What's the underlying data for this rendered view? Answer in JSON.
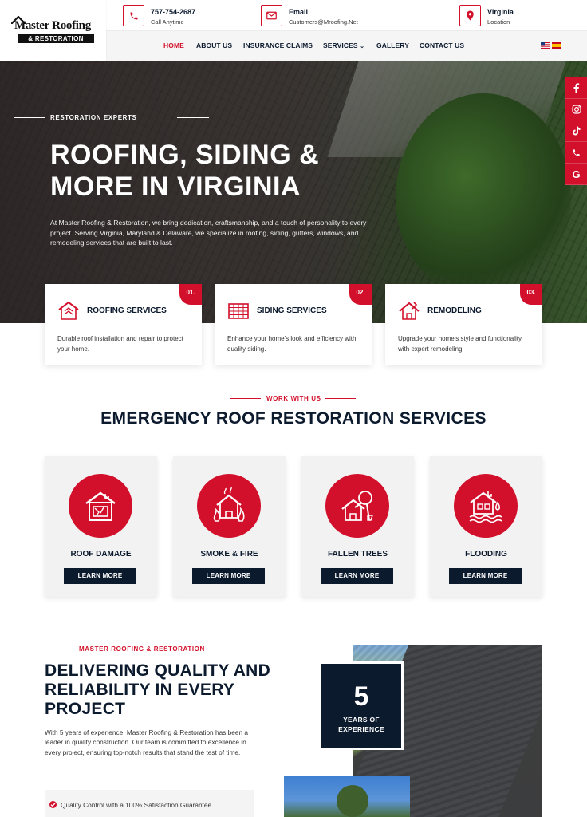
{
  "brand": {
    "name_line1": "Master Roofing",
    "name_line2": "& RESTORATION"
  },
  "contacts": [
    {
      "icon": "phone-icon",
      "title": "757-754-2687",
      "sub": "Call Anytime"
    },
    {
      "icon": "envelope-icon",
      "title": "Email",
      "sub": "Customers@Mroofing.Net"
    },
    {
      "icon": "location-pin-icon",
      "title": "Virginia",
      "sub": "Location"
    }
  ],
  "nav": {
    "items": [
      "HOME",
      "ABOUT US",
      "INSURANCE CLAIMS",
      "SERVICES",
      "GALLERY",
      "CONTACT US"
    ],
    "active": "HOME",
    "languages": [
      "us-flag-icon",
      "spain-flag-icon"
    ]
  },
  "hero": {
    "eyebrow": "RESTORATION EXPERTS",
    "title": "ROOFING, SIDING & MORE IN VIRGINIA",
    "text": "At Master Roofing & Restoration, we bring dedication, craftsmanship, and a touch of personality to every project. Serving Virginia, Maryland & Delaware, we specialize in roofing, siding, gutters, windows, and remodeling services that are built to last."
  },
  "social": [
    "facebook-icon",
    "instagram-icon",
    "tiktok-icon",
    "phone-icon",
    "google-icon"
  ],
  "services": [
    {
      "num": "01.",
      "title": "ROOFING SERVICES",
      "desc": "Durable roof installation and repair to protect your home.",
      "icon": "roof-house-icon"
    },
    {
      "num": "02.",
      "title": "SIDING SERVICES",
      "desc": "Enhance your home's look and efficiency with quality siding.",
      "icon": "siding-panel-icon"
    },
    {
      "num": "03.",
      "title": "REMODELING",
      "desc": "Upgrade your home's style and functionality with expert remodeling.",
      "icon": "remodel-house-icon"
    }
  ],
  "emergency": {
    "eyebrow": "WORK WITH US",
    "title": "EMERGENCY ROOF RESTORATION SERVICES",
    "cards": [
      {
        "title": "ROOF DAMAGE",
        "button": "LEARN MORE",
        "icon": "damaged-house-icon"
      },
      {
        "title": "SMOKE & FIRE",
        "button": "LEARN MORE",
        "icon": "house-fire-icon"
      },
      {
        "title": "FALLEN TREES",
        "button": "LEARN MORE",
        "icon": "fallen-tree-icon"
      },
      {
        "title": "FLOODING",
        "button": "LEARN MORE",
        "icon": "flooded-house-icon"
      }
    ]
  },
  "quality": {
    "eyebrow": "MASTER ROOFING & RESTORATION",
    "title": "DELIVERING QUALITY AND RELIABILITY IN EVERY PROJECT",
    "text": "With 5 years of experience, Master Roofing & Restoration has been a leader in quality construction. Our team is committed to excellence in every project, ensuring top-notch results that stand the test of time.",
    "checks": [
      "Quality Control with a 100% Satisfaction Guarantee"
    ],
    "badge_number": "5",
    "badge_label": "YEARS OF EXPERIENCE"
  },
  "colors": {
    "accent": "#d2102b",
    "navy": "#0c1a2e",
    "nav_bg": "#f5f5f6",
    "card_bg": "#f2f2f3"
  }
}
